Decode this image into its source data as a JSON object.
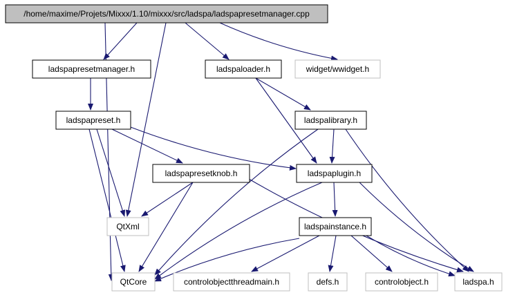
{
  "diagram": {
    "colors": {
      "edge": "#191970",
      "root_fill": "#bfbfbf",
      "node_border": "#000000",
      "external_border": "#bfbfbf",
      "text": "#000000"
    },
    "nodes": [
      {
        "id": "root",
        "label": "/home/maxime/Projets/Mixxx/1.10/mixxx/src/ladspa/ladspapresetmanager.cpp",
        "kind": "root"
      },
      {
        "id": "ladspapresetmanager_h",
        "label": "ladspapresetmanager.h",
        "kind": "header"
      },
      {
        "id": "ladspaloader_h",
        "label": "ladspaloader.h",
        "kind": "header"
      },
      {
        "id": "widget_wwidget_h",
        "label": "widget/wwidget.h",
        "kind": "external"
      },
      {
        "id": "ladspapreset_h",
        "label": "ladspapreset.h",
        "kind": "header"
      },
      {
        "id": "ladspalibrary_h",
        "label": "ladspalibrary.h",
        "kind": "header"
      },
      {
        "id": "ladspapresetknob_h",
        "label": "ladspapresetknob.h",
        "kind": "header"
      },
      {
        "id": "ladspaplugin_h",
        "label": "ladspaplugin.h",
        "kind": "header"
      },
      {
        "id": "qtxml",
        "label": "QtXml",
        "kind": "external"
      },
      {
        "id": "ladspainstance_h",
        "label": "ladspainstance.h",
        "kind": "header"
      },
      {
        "id": "qtcore",
        "label": "QtCore",
        "kind": "external"
      },
      {
        "id": "controlobjectthreadmain_h",
        "label": "controlobjectthreadmain.h",
        "kind": "external"
      },
      {
        "id": "defs_h",
        "label": "defs.h",
        "kind": "external"
      },
      {
        "id": "controlobject_h",
        "label": "controlobject.h",
        "kind": "external"
      },
      {
        "id": "ladspa_h",
        "label": "ladspa.h",
        "kind": "external"
      }
    ],
    "edges": [
      {
        "from": "root",
        "to": "ladspapresetmanager_h"
      },
      {
        "from": "root",
        "to": "qtxml"
      },
      {
        "from": "root",
        "to": "ladspaloader_h"
      },
      {
        "from": "root",
        "to": "widget_wwidget_h"
      },
      {
        "from": "root",
        "to": "qtcore"
      },
      {
        "from": "ladspapresetmanager_h",
        "to": "ladspapreset_h"
      },
      {
        "from": "ladspaloader_h",
        "to": "ladspalibrary_h"
      },
      {
        "from": "ladspaloader_h",
        "to": "ladspaplugin_h"
      },
      {
        "from": "ladspapreset_h",
        "to": "ladspapresetknob_h"
      },
      {
        "from": "ladspapreset_h",
        "to": "ladspaplugin_h"
      },
      {
        "from": "ladspapreset_h",
        "to": "qtxml"
      },
      {
        "from": "ladspapreset_h",
        "to": "qtcore"
      },
      {
        "from": "ladspalibrary_h",
        "to": "ladspaplugin_h"
      },
      {
        "from": "ladspalibrary_h",
        "to": "qtcore"
      },
      {
        "from": "ladspalibrary_h",
        "to": "ladspa_h"
      },
      {
        "from": "ladspapresetknob_h",
        "to": "qtxml"
      },
      {
        "from": "ladspapresetknob_h",
        "to": "qtcore"
      },
      {
        "from": "ladspapresetknob_h",
        "to": "ladspa_h"
      },
      {
        "from": "ladspaplugin_h",
        "to": "ladspainstance_h"
      },
      {
        "from": "ladspaplugin_h",
        "to": "qtcore"
      },
      {
        "from": "ladspaplugin_h",
        "to": "ladspa_h"
      },
      {
        "from": "ladspainstance_h",
        "to": "qtcore"
      },
      {
        "from": "ladspainstance_h",
        "to": "controlobjectthreadmain_h"
      },
      {
        "from": "ladspainstance_h",
        "to": "defs_h"
      },
      {
        "from": "ladspainstance_h",
        "to": "controlobject_h"
      },
      {
        "from": "ladspainstance_h",
        "to": "ladspa_h"
      }
    ]
  }
}
